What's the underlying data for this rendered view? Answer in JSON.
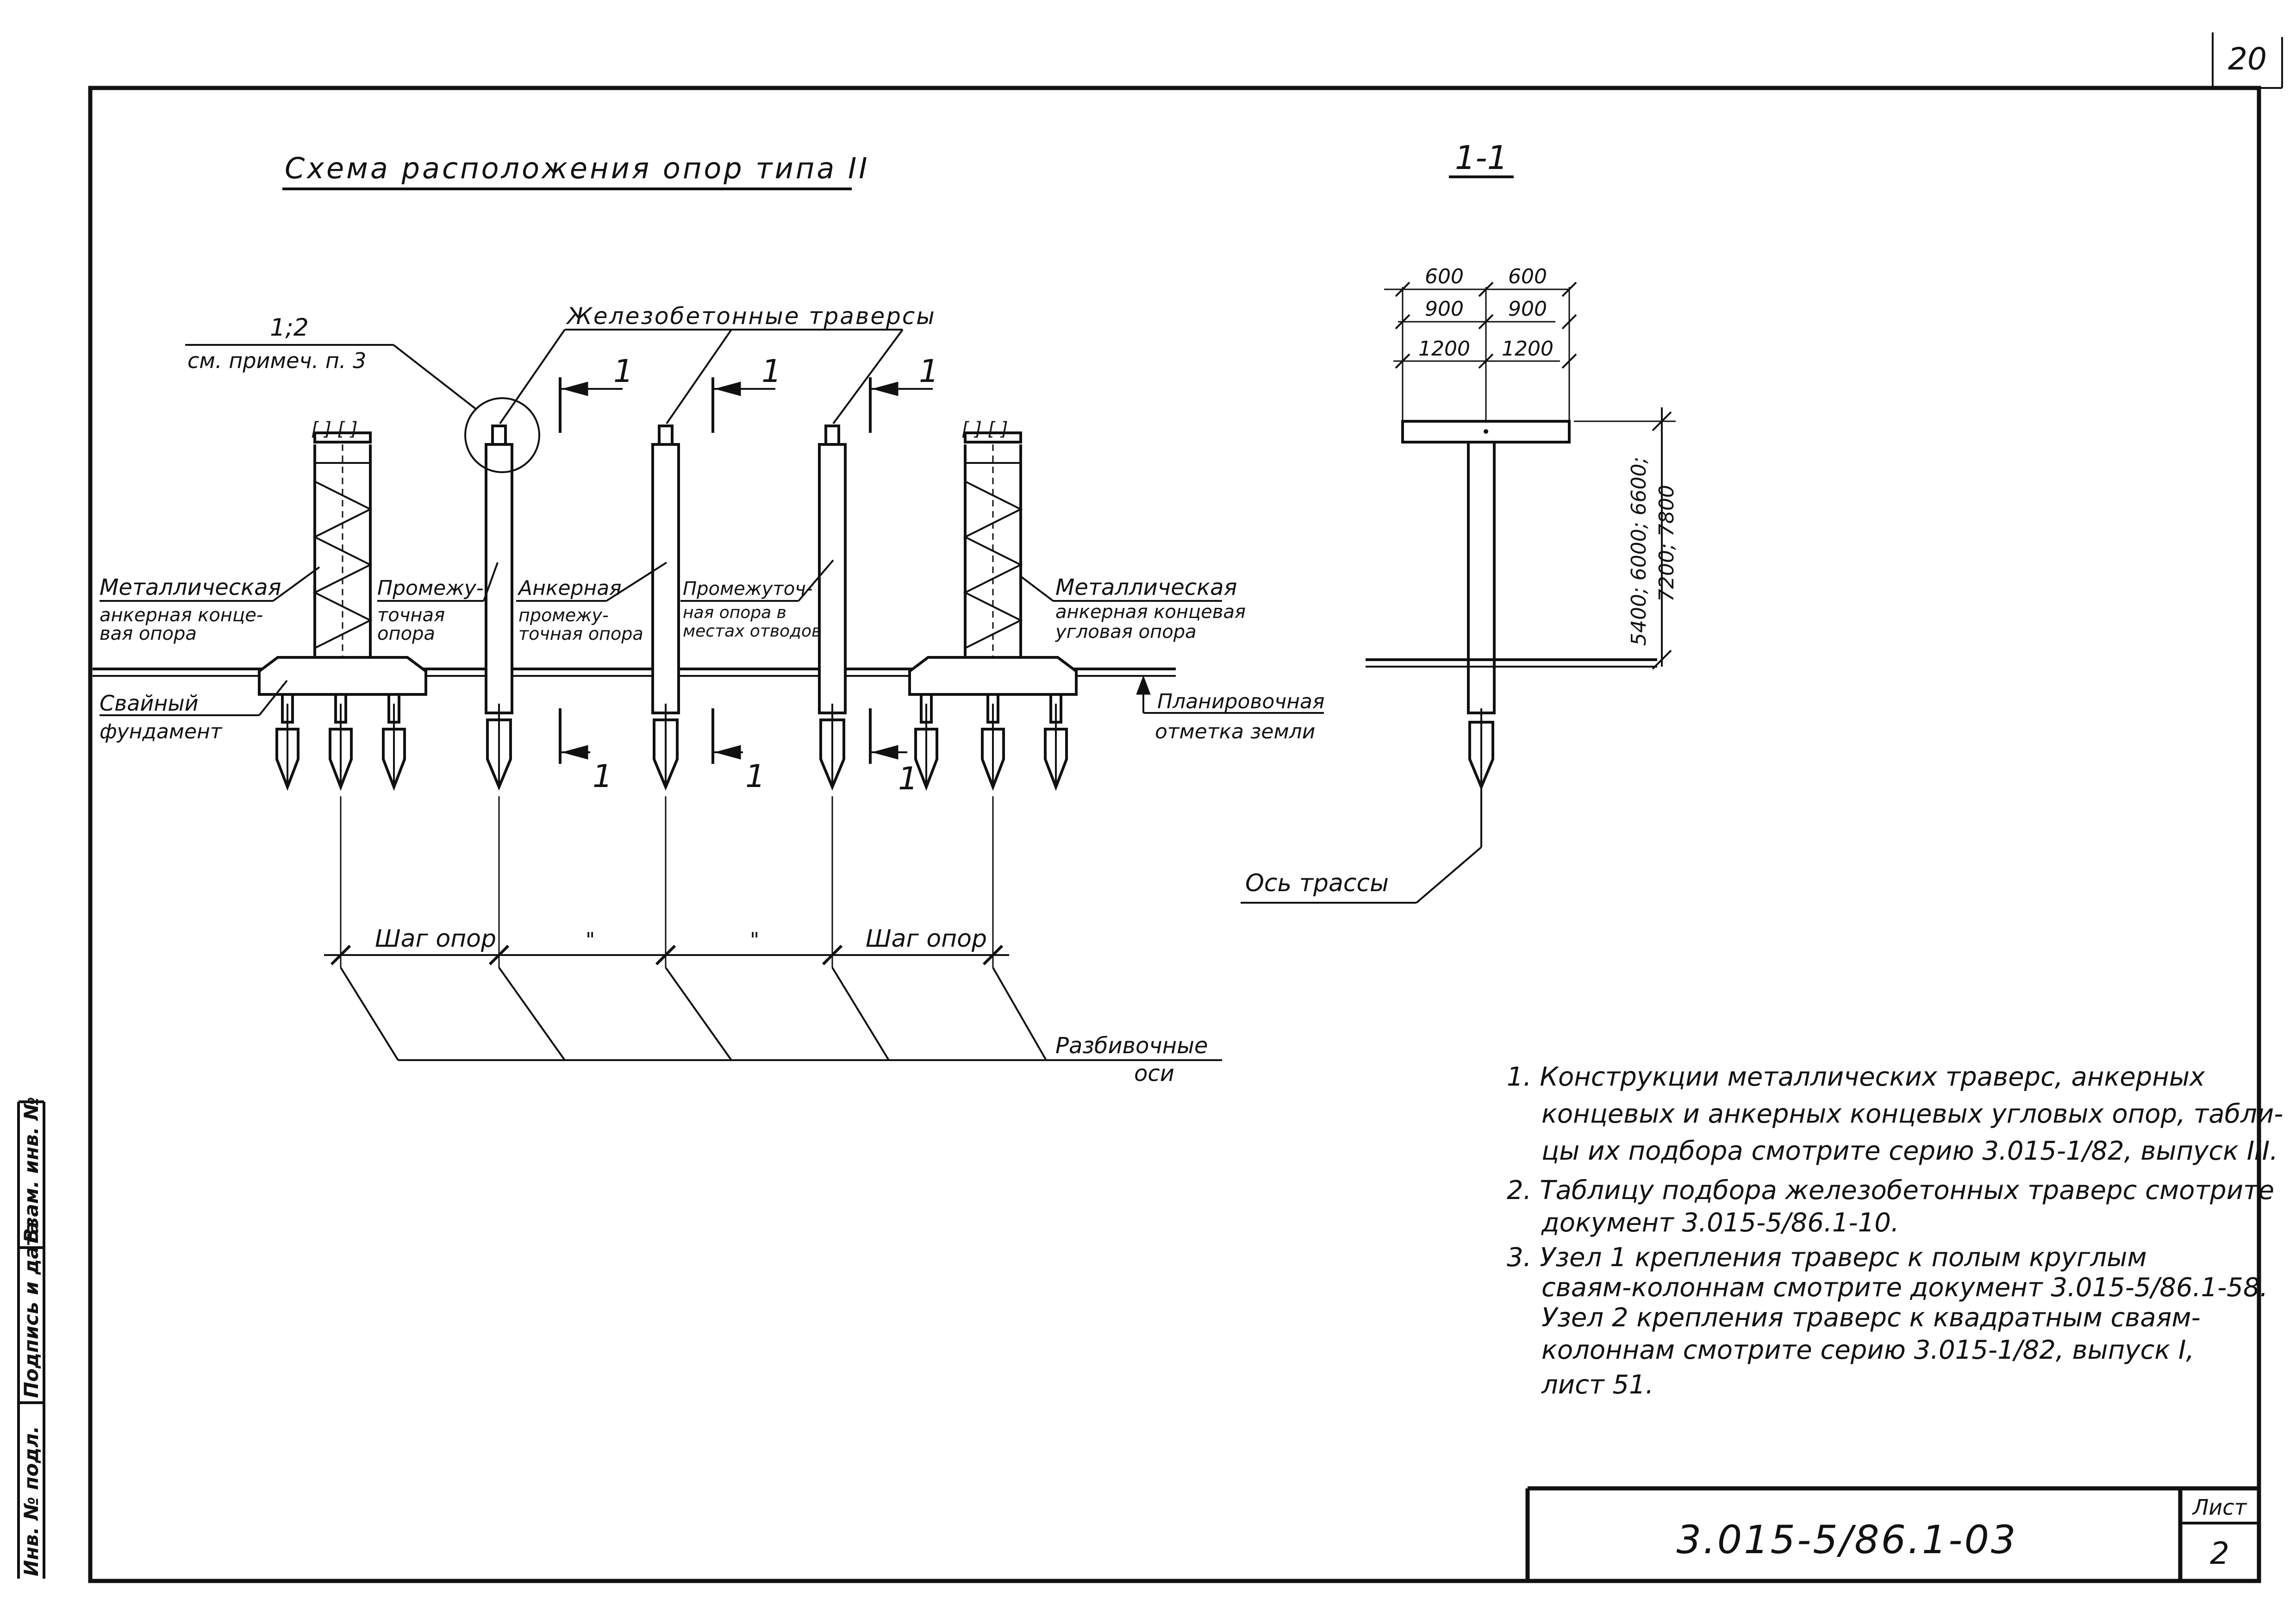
{
  "page_number": "20",
  "plan": {
    "title": "Схема расположения опор типа II",
    "callout_ref": "1;2",
    "callout_note": "см. примеч. п. 3",
    "traverses_label": "Железобетонные траверсы",
    "section_mark": "1",
    "label_metal_anchor_left_1": "Металлическая",
    "label_metal_anchor_left_2": "анкерная конце-",
    "label_metal_anchor_left_3": "вая опора",
    "label_intermediate_1": "Промежу-",
    "label_intermediate_2": "точная",
    "label_intermediate_3": "опора",
    "label_anchor_1": "Анкерная",
    "label_anchor_2": "промежу-",
    "label_anchor_3": "точная опора",
    "label_branch_1": "Промежуточ-",
    "label_branch_2": "ная опора в",
    "label_branch_3": "местах отводов",
    "label_metal_corner_1": "Металлическая",
    "label_metal_corner_2": "анкерная концевая",
    "label_metal_corner_3": "угловая опора",
    "pile_foundation_1": "Свайный",
    "pile_foundation_2": "фундамент",
    "ground_level_1": "Планировочная",
    "ground_level_2": "отметка земли",
    "span_label": "Шаг опор",
    "ditto_mark": "\"",
    "axes_label_1": "Разбивочные",
    "axes_label_2": "оси"
  },
  "section": {
    "title": "1-1",
    "dim_row_1": [
      "600",
      "600"
    ],
    "dim_row_2": [
      "900",
      "900"
    ],
    "dim_row_3": [
      "1200",
      "1200"
    ],
    "height_dim_1": "5400; 6000; 6600;",
    "height_dim_2": "7200; 7800",
    "route_axis": "Ось трассы"
  },
  "notes": [
    "1. Конструкции металлических траверс, анкерных",
    "концевых и анкерных концевых угловых опор, табли-",
    "цы их подбора смотрите серию 3.015-1/82, выпуск III.",
    "2. Таблицу подбора железобетонных траверс смотрите",
    "документ 3.015-5/86.1-10.",
    "3. Узел 1 крепления траверс к полым круглым",
    "сваям-колоннам смотрите документ 3.015-5/86.1-58.",
    "Узел 2 крепления траверс к квадратным сваям-",
    "колоннам смотрите серию 3.015-1/82, выпуск I,",
    "лист 51."
  ],
  "side_stamp": [
    "Инв. № подл.",
    "Подпись и дата",
    "Взам. инв. №"
  ],
  "title_block": {
    "doc_code": "3.015-5/86.1-03",
    "sheet_label": "Лист",
    "sheet_number": "2"
  }
}
